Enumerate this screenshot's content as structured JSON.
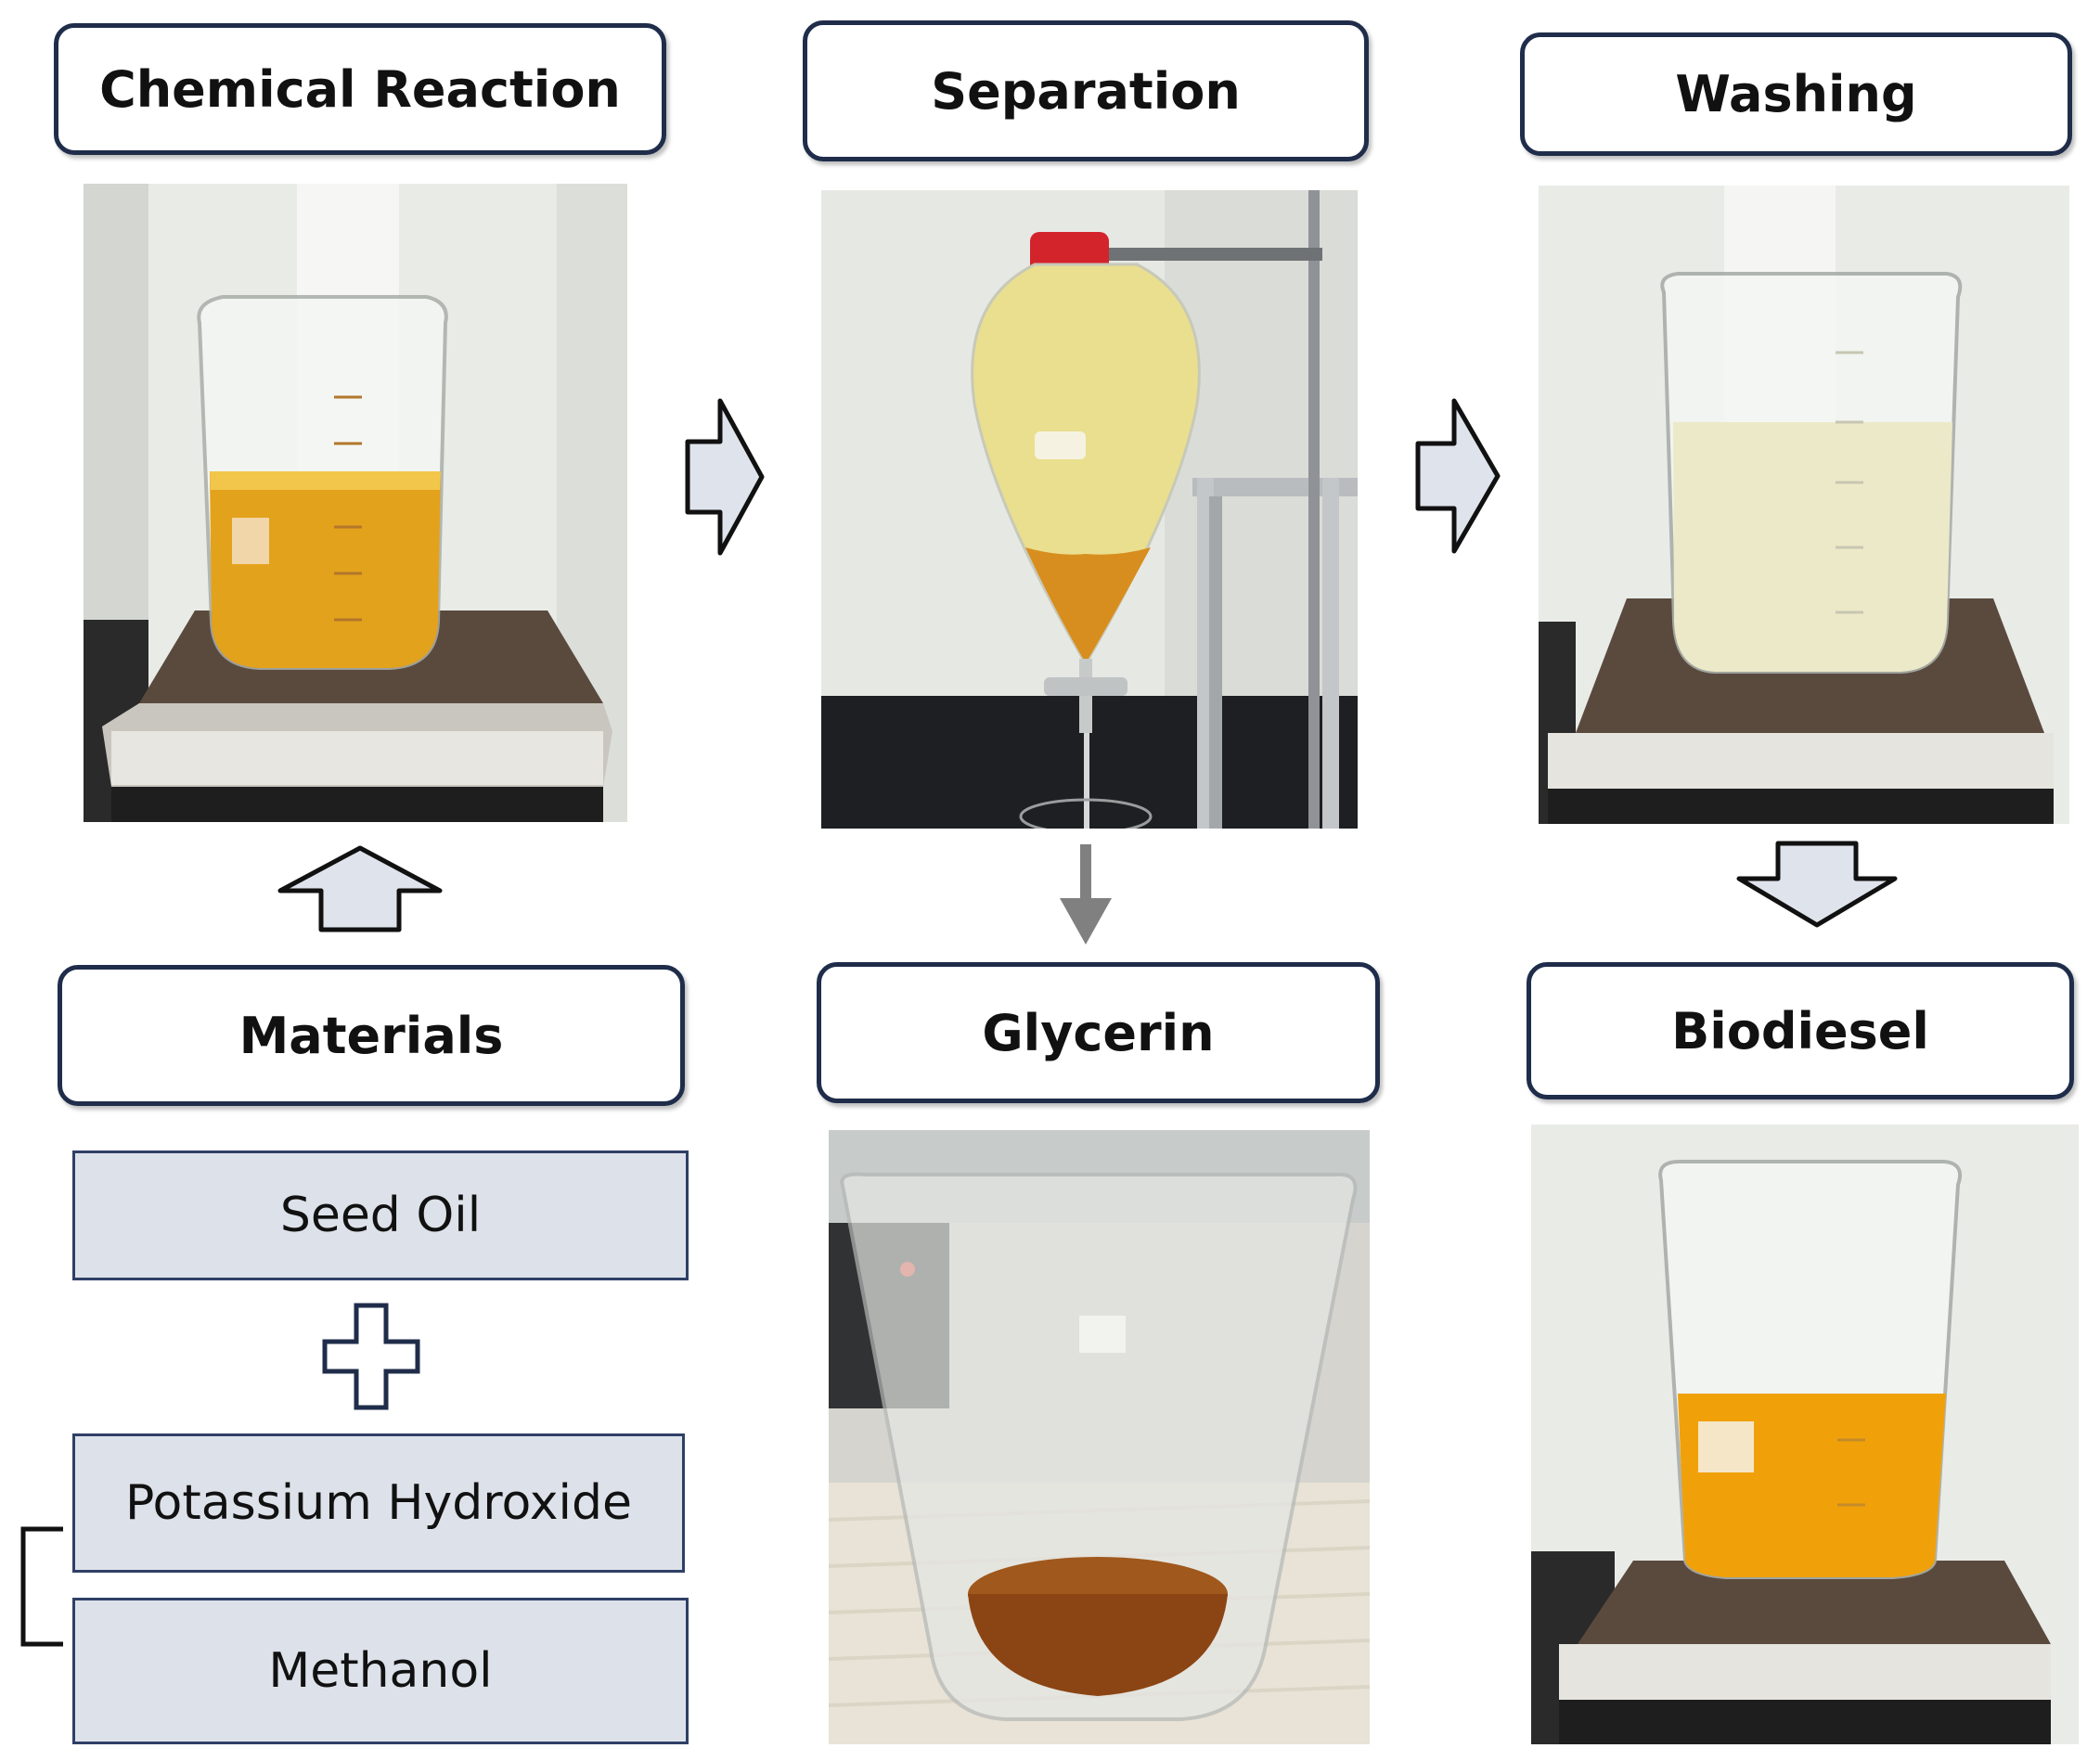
{
  "steps": {
    "chemical_reaction": "Chemical Reaction",
    "separation": "Separation",
    "washing": "Washing",
    "materials": "Materials",
    "glycerin": "Glycerin",
    "biodiesel": "Biodiesel"
  },
  "materials": {
    "seed_oil": "Seed Oil",
    "potassium_hydroxide": "Potassium Hydroxide",
    "methanol": "Methanol"
  },
  "colors": {
    "box_border": "#1f2d4a",
    "material_fill": "#dde2ea",
    "arrow_fill": "#dfe4ec",
    "oil": "#e3a21c",
    "biodiesel": "#f0a10a",
    "glycerin": "#a0581c",
    "washed_emulsion": "#ece9c8"
  }
}
